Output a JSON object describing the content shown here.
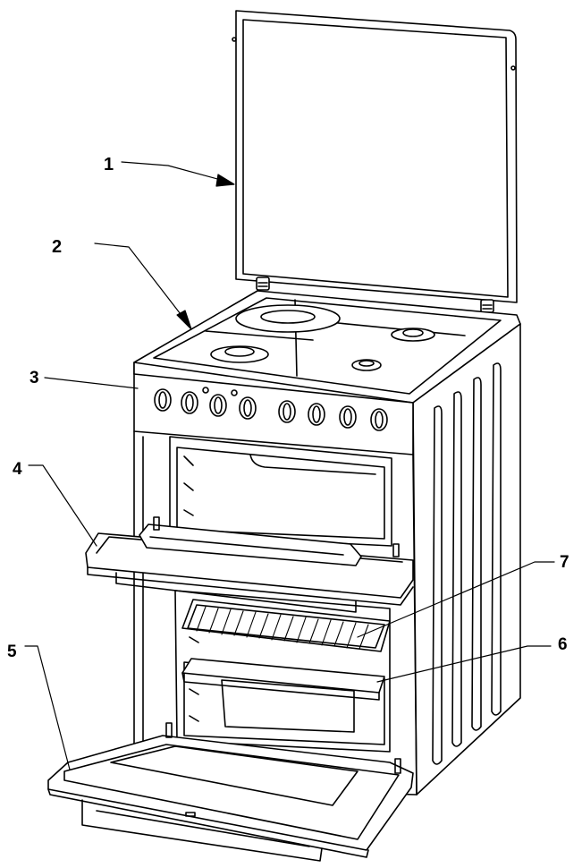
{
  "callouts": [
    {
      "id": "c1",
      "label": "1"
    },
    {
      "id": "c2",
      "label": "2"
    },
    {
      "id": "c3",
      "label": "3"
    },
    {
      "id": "c4",
      "label": "4"
    },
    {
      "id": "c5",
      "label": "5"
    },
    {
      "id": "c6",
      "label": "6"
    },
    {
      "id": "c7",
      "label": "7"
    }
  ],
  "colors": {
    "line": "#000000",
    "fill": "#ffffff",
    "shade": "#f2f2f2"
  }
}
